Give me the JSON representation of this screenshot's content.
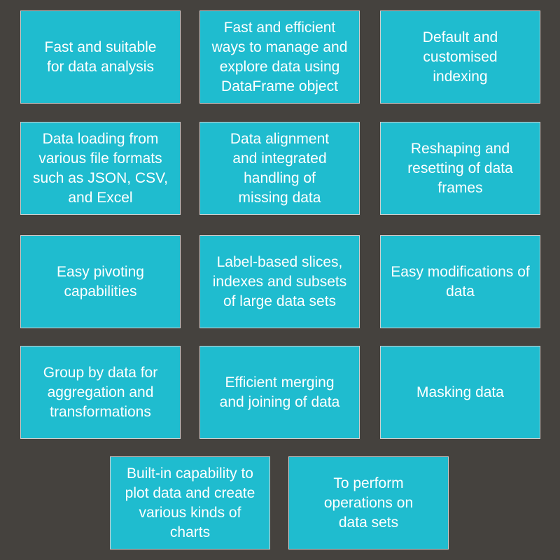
{
  "features": [
    "Fast and suitable for data analysis",
    "Fast and efficient ways to manage and explore data using DataFrame object",
    "Default and customised indexing",
    "Data loading from various file formats such as JSON, CSV, and Excel",
    "Data alignment and integrated handling of missing data",
    "Reshaping and resetting of data frames",
    "Easy pivoting capabilities",
    "Label-based slices, indexes and subsets of large data sets",
    "Easy modifications of data",
    "Group by data for aggregation and transformations",
    "Efficient merging and joining of data",
    "Masking data",
    "Built-in capability to plot data and create various kinds of charts",
    "To perform operations on data sets"
  ]
}
